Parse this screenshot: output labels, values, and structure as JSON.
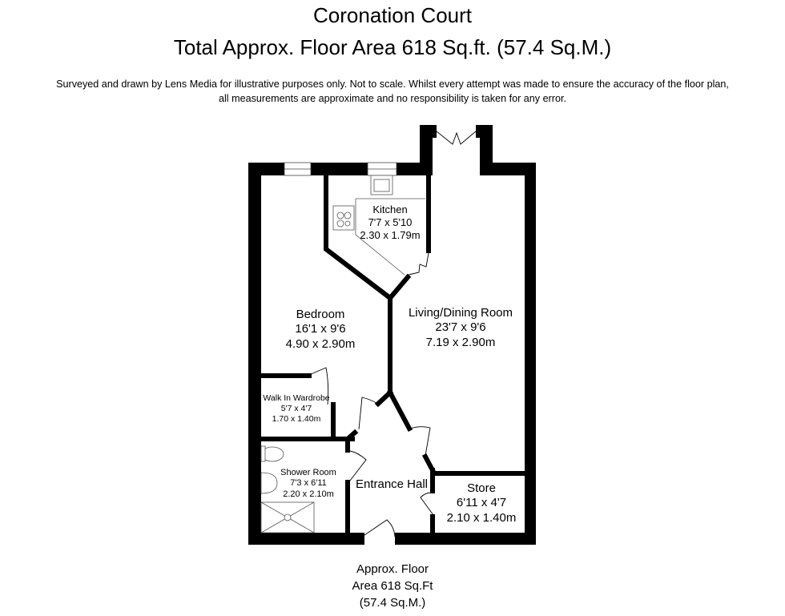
{
  "header": {
    "property_name": "Coronation Court",
    "total_area": "Total Approx. Floor Area 618 Sq.ft. (57.4 Sq.M.)",
    "disclaimer_line1": "Surveyed and drawn by Lens Media for illustrative purposes only. Not to scale. Whilst every attempt was made to ensure the accuracy of the floor plan,",
    "disclaimer_line2": "all measurements are approximate and no responsibility is taken for any error."
  },
  "rooms": {
    "kitchen": {
      "name": "Kitchen",
      "imperial": "7'7 x 5'10",
      "metric": "2.30 x 1.79m"
    },
    "bedroom": {
      "name": "Bedroom",
      "imperial": "16'1 x 9'6",
      "metric": "4.90 x 2.90m"
    },
    "living": {
      "name": "Living/Dining Room",
      "imperial": "23'7 x 9'6",
      "metric": "7.19 x 2.90m"
    },
    "wardrobe": {
      "name": "Walk In Wardrobe",
      "imperial": "5'7 x 4'7",
      "metric": "1.70 x 1.40m"
    },
    "shower": {
      "name": "Shower Room",
      "imperial": "7'3 x 6'11",
      "metric": "2.20 x 2.10m"
    },
    "hall": {
      "name": "Entrance Hall"
    },
    "store": {
      "name": "Store",
      "imperial": "6'11 x 4'7",
      "metric": "2.10 x 1.40m"
    }
  },
  "footer": {
    "line1": "Approx. Floor",
    "line2": "Area 618 Sq.Ft",
    "line3": "(57.4 Sq.M.)"
  }
}
